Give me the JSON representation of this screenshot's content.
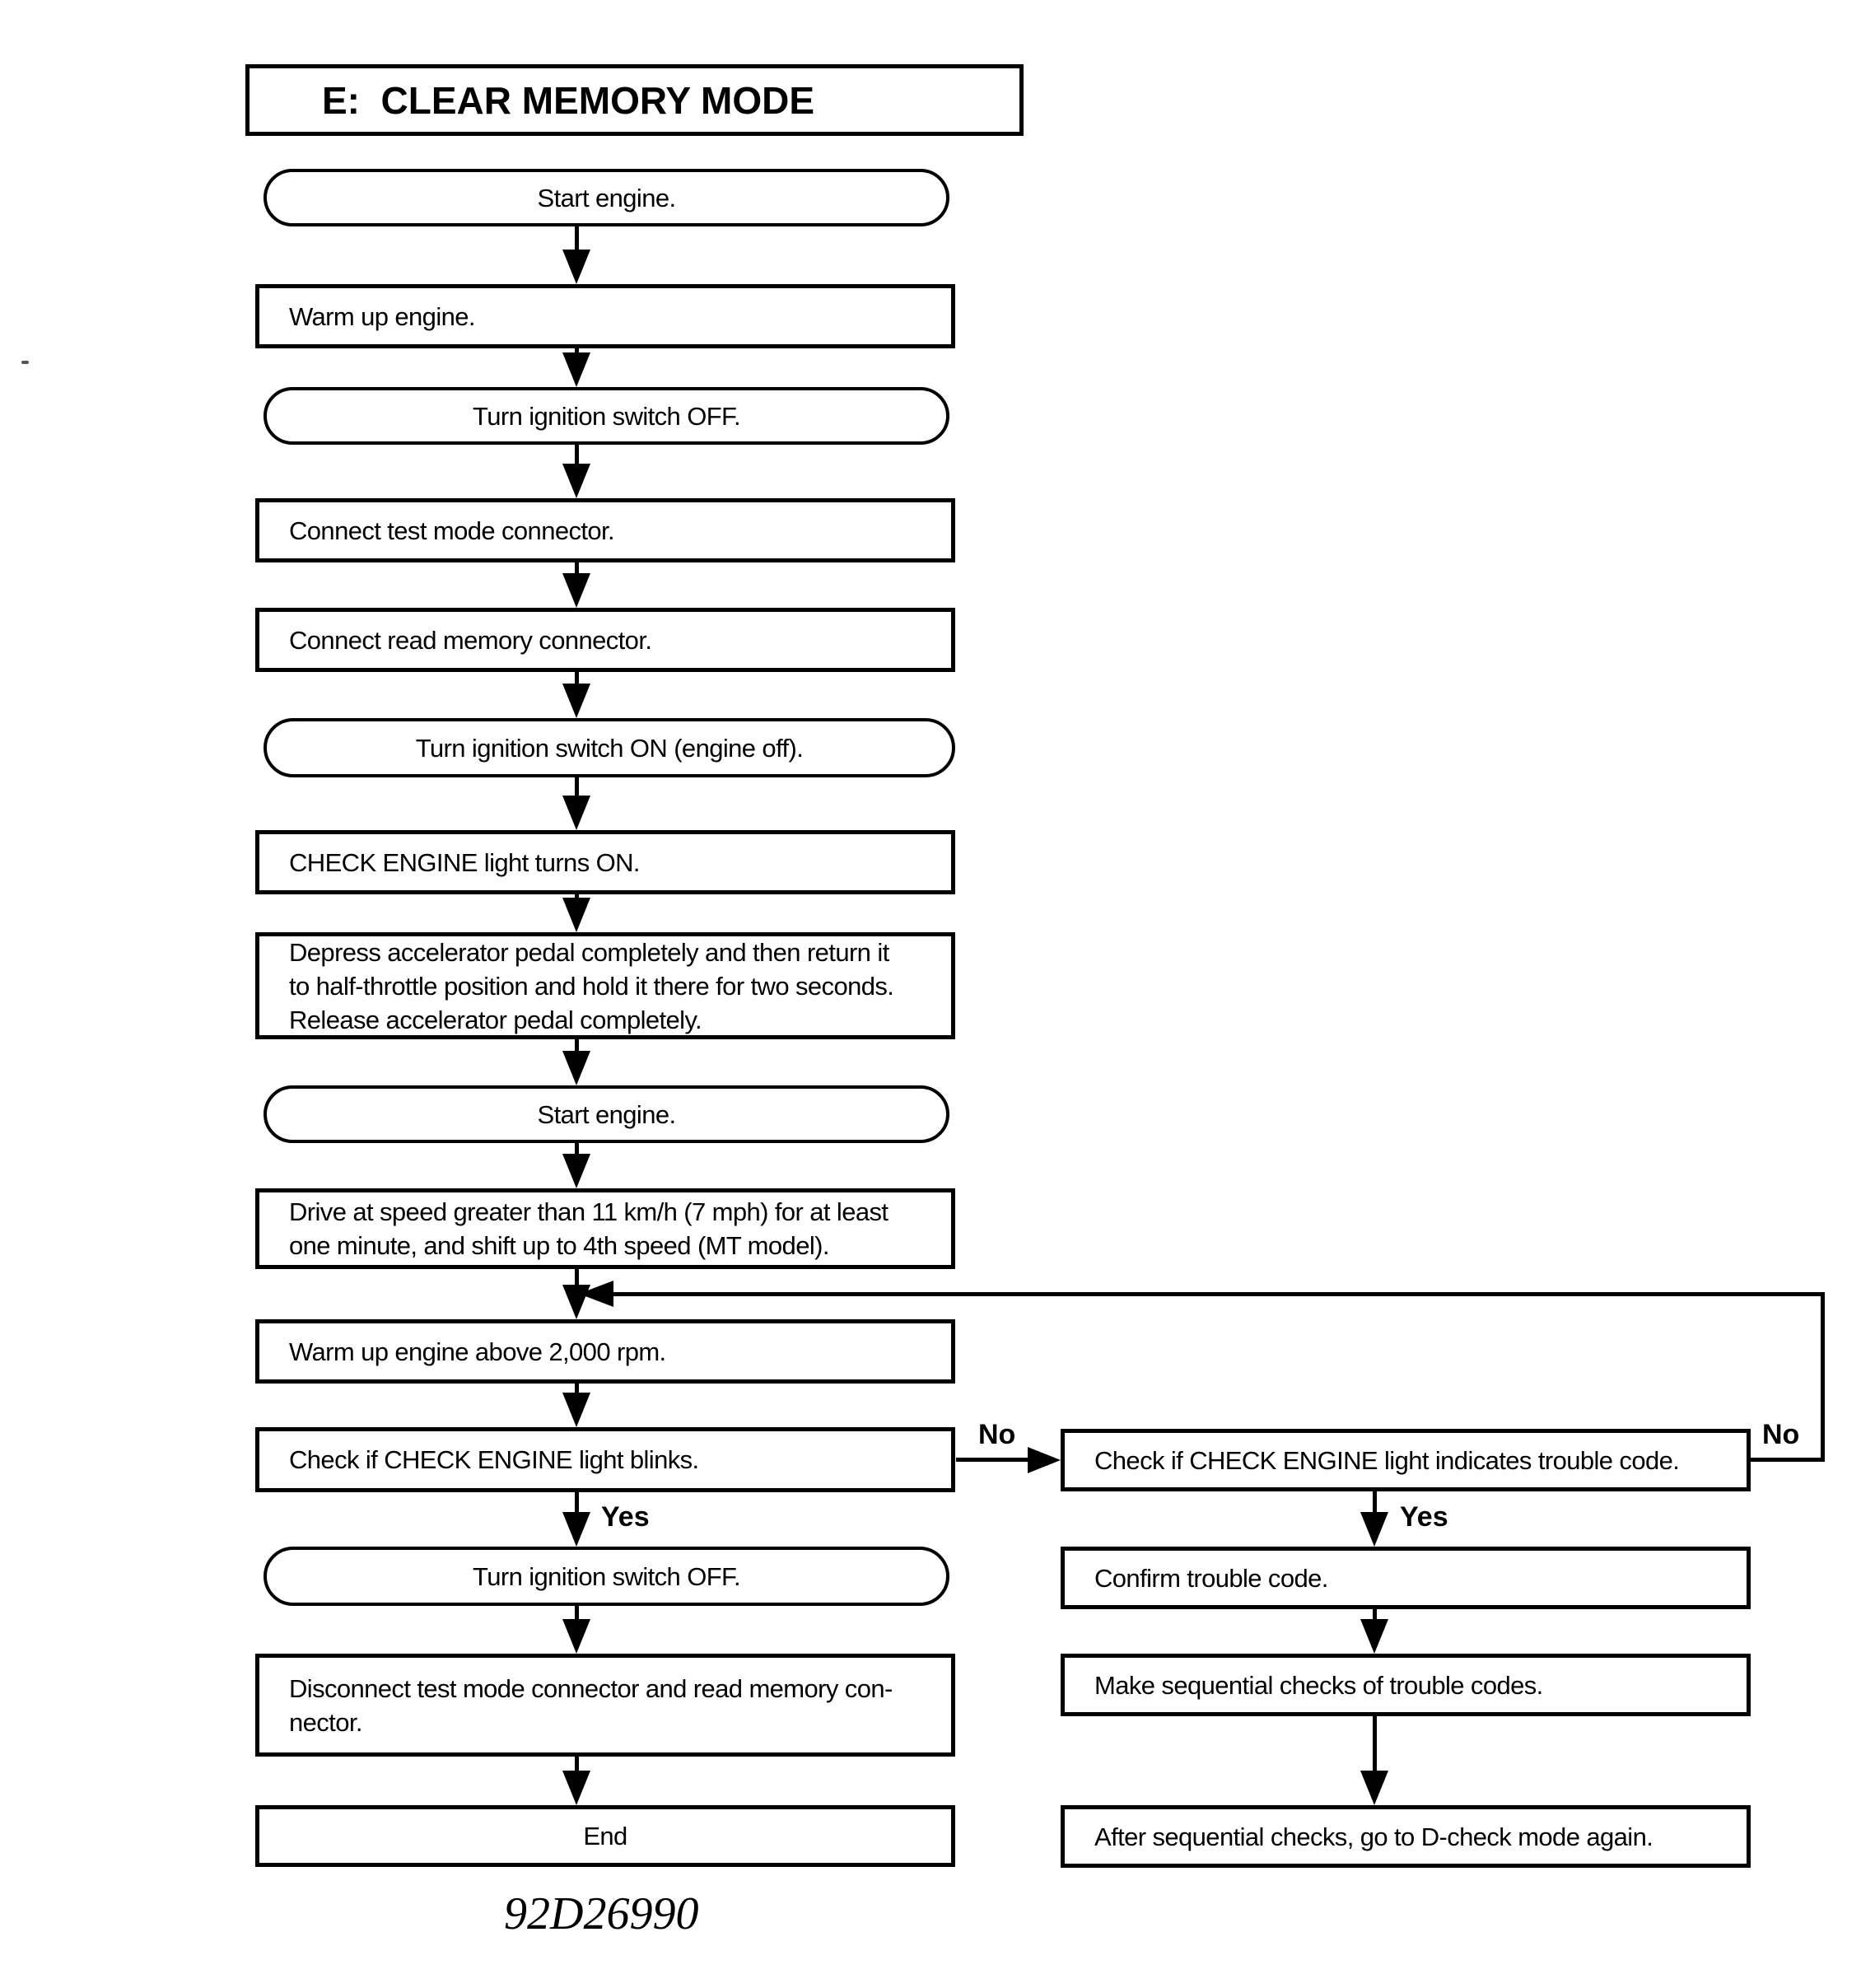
{
  "title": "E:  CLEAR MEMORY MODE",
  "caption": "92D26990",
  "labels": {
    "yes": "Yes",
    "no": "No"
  },
  "nodes": {
    "start1": {
      "label": "Start engine.",
      "shape": "stadium"
    },
    "warmup": {
      "label": "Warm up engine.",
      "shape": "rect"
    },
    "ignoff1": {
      "label": "Turn ignition switch OFF.",
      "shape": "stadium"
    },
    "testmode": {
      "label": "Connect test mode connector.",
      "shape": "rect"
    },
    "readmem": {
      "label": "Connect read memory connector.",
      "shape": "rect"
    },
    "ignon": {
      "label": "Turn ignition switch ON (engine off).",
      "shape": "stadium"
    },
    "lighton": {
      "label": "CHECK ENGINE light turns ON.",
      "shape": "rect"
    },
    "depress": {
      "label": "Depress accelerator pedal completely and then return it\nto half-throttle position and hold it there for two seconds.\nRelease accelerator pedal completely.",
      "shape": "rect"
    },
    "start2": {
      "label": "Start engine.",
      "shape": "stadium"
    },
    "drive": {
      "label": "Drive at speed greater than 11 km/h (7 mph) for at least\none minute, and shift up to 4th speed (MT model).",
      "shape": "rect"
    },
    "warm2000": {
      "label": "Warm up engine above 2,000 rpm.",
      "shape": "rect"
    },
    "blinks": {
      "label": "Check if CHECK ENGINE light blinks.",
      "shape": "rect"
    },
    "ignoff2": {
      "label": "Turn ignition switch OFF.",
      "shape": "stadium"
    },
    "disconnect": {
      "label": "Disconnect test mode connector and read memory con-\nnector.",
      "shape": "rect"
    },
    "end": {
      "label": "End",
      "shape": "rect-centered"
    },
    "trouble": {
      "label": "Check if CHECK ENGINE light indicates trouble code.",
      "shape": "rect"
    },
    "confirm": {
      "label": "Confirm trouble code.",
      "shape": "rect"
    },
    "makeseq": {
      "label": "Make sequential checks of trouble codes.",
      "shape": "rect"
    },
    "afterseq": {
      "label": "After sequential checks, go to D-check mode again.",
      "shape": "rect"
    }
  }
}
